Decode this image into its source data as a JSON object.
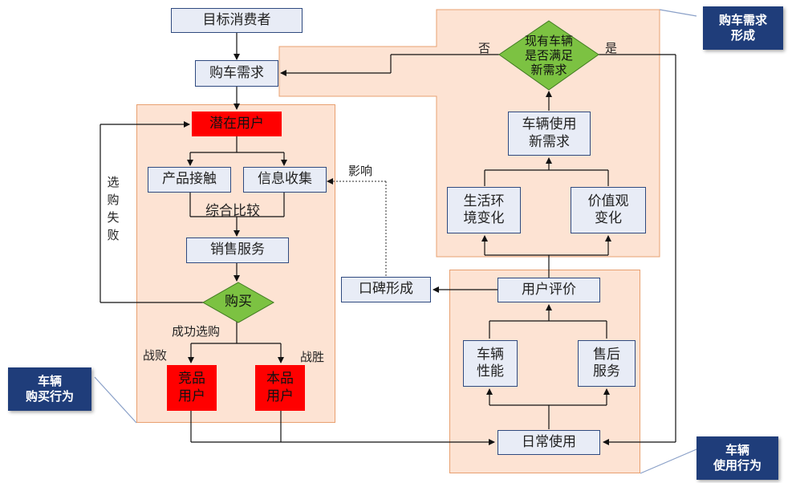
{
  "nodes": {
    "target_consumer": "目标消费者",
    "car_need": "购车需求",
    "potential_user": "潜在用户",
    "product_contact": "产品接触",
    "info_collect": "信息收集",
    "compare": "综合比较",
    "sales_service": "销售服务",
    "purchase": "购买",
    "competitor_user": "竞品\n用户",
    "own_user": "本品\n用户",
    "word_of_mouth": "口碑形成",
    "user_eval": "用户评价",
    "vehicle_perf": "车辆\n性能",
    "after_sales": "售后\n服务",
    "daily_use": "日常使用",
    "life_env": "生活环\n境变化",
    "values_change": "价值观\n变化",
    "new_need": "车辆使用\n新需求",
    "decision": "现有车辆\n是否满足\n新需求"
  },
  "labels": {
    "no": "否",
    "yes": "是",
    "influence": "影响",
    "purchase_fail": "选\n购\n失\n败",
    "purchase_success": "成功选购",
    "defeat": "战败",
    "victory": "战胜"
  },
  "callouts": {
    "need_formation": "购车需求\n形成",
    "purchase_behavior": "车辆\n购买行为",
    "usage_behavior": "车辆\n使用行为"
  },
  "colors": {
    "region_fill": "#fde3d3",
    "box_fill": "#e8ecf6",
    "red_fill": "#ff0000",
    "diamond_fill": "#7cc242",
    "callout_fill": "#1f3d7a"
  }
}
